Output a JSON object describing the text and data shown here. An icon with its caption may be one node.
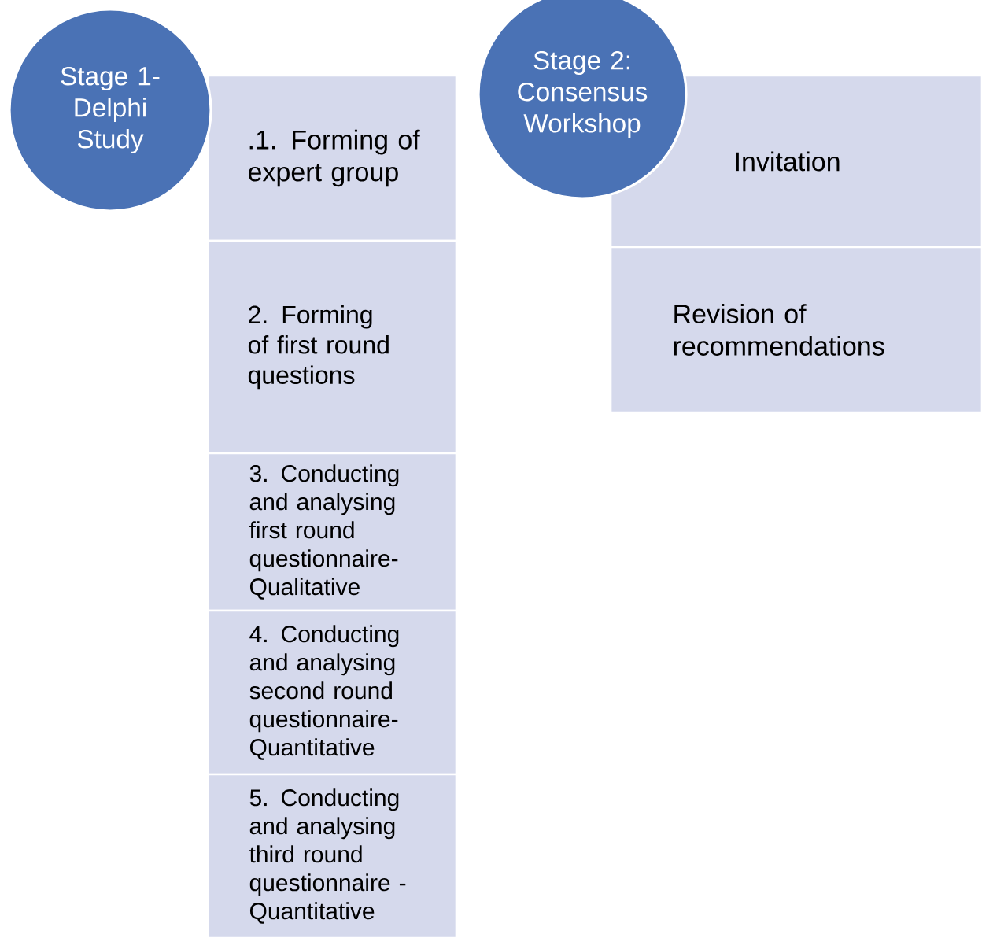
{
  "diagram": {
    "nodes": [
      {
        "text": [
          "Stage 1- Delphi Study"
        ]
      },
      {
        "text": [
          ".1. Forming of expert group"
        ]
      },
      {
        "text": [
          "2. Forming of first round questions"
        ]
      },
      {
        "text": [
          "3. Conducting and analysing first round questionnaire- Qualitative"
        ]
      },
      {
        "text": [
          "4. Conducting and analysing second round questionnaire- Quantitative"
        ]
      },
      {
        "text": [
          "5. Conducting and analysing third round questionnaire -Quantitative"
        ]
      },
      {
        "text": [
          "Stage 2: Consensus Workshop"
        ]
      },
      {
        "text": [
          "Invitation"
        ]
      },
      {
        "text": [
          "Revision of recommendations"
        ]
      }
    ]
  }
}
